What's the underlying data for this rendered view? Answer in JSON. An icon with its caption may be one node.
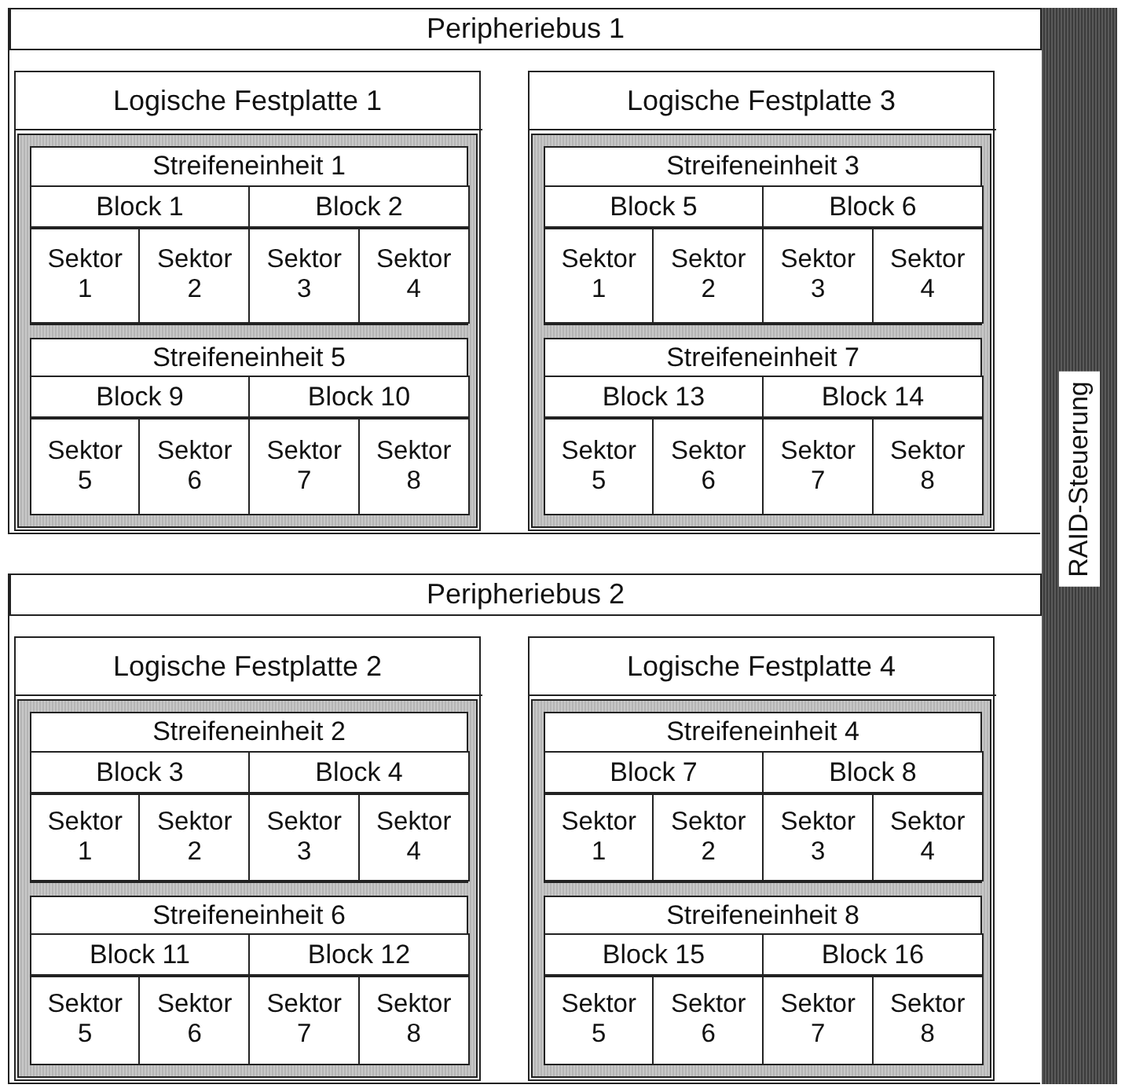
{
  "diagram": {
    "nodes": [
      {
        "text": [
          "Peripheriebus 1"
        ]
      },
      {
        "text": [
          "Logische Festplatte 1"
        ],
        "in": 0
      },
      {
        "text": [
          "Streifeneinheit 1"
        ],
        "in": 1
      },
      {
        "text": [
          "Block 1"
        ],
        "in": 2
      },
      {
        "text": [
          "Block 2"
        ],
        "in": 2
      },
      {
        "text": [
          "Sektor 1"
        ],
        "in": 2
      },
      {
        "text": [
          "Sektor 2"
        ],
        "in": 2
      },
      {
        "text": [
          "Sektor 3"
        ],
        "in": 2
      },
      {
        "text": [
          "Sektor 4"
        ],
        "in": 2
      },
      {
        "text": [
          "Streifeneinheit 5"
        ],
        "in": 1
      },
      {
        "text": [
          "Block 9"
        ],
        "in": 9
      },
      {
        "text": [
          "Block 10"
        ],
        "in": 9
      },
      {
        "text": [
          "Sektor 5"
        ],
        "in": 9
      },
      {
        "text": [
          "Sektor 6"
        ],
        "in": 9
      },
      {
        "text": [
          "Sektor 7"
        ],
        "in": 9
      },
      {
        "text": [
          "Sektor 8"
        ],
        "in": 9
      },
      {
        "text": [
          "Logische Festplatte 3"
        ],
        "in": 0
      },
      {
        "text": [
          "Streifeneinheit 3"
        ],
        "in": 16
      },
      {
        "text": [
          "Block 5"
        ],
        "in": 17
      },
      {
        "text": [
          "Block 6"
        ],
        "in": 17
      },
      {
        "text": [
          "Sektor 1"
        ],
        "in": 17
      },
      {
        "text": [
          "Sektor 2"
        ],
        "in": 17
      },
      {
        "text": [
          "Sektor 3"
        ],
        "in": 17
      },
      {
        "text": [
          "Sektor 4"
        ],
        "in": 17
      },
      {
        "text": [
          "Streifeneinheit 7"
        ],
        "in": 16
      },
      {
        "text": [
          "Block 13"
        ],
        "in": 24
      },
      {
        "text": [
          "Block 14"
        ],
        "in": 24
      },
      {
        "text": [
          "Sektor 5"
        ],
        "in": 24
      },
      {
        "text": [
          "Sektor 6"
        ],
        "in": 24
      },
      {
        "text": [
          "Sektor 7"
        ],
        "in": 24
      },
      {
        "text": [
          "Sektor 8"
        ],
        "in": 24
      },
      {
        "text": [
          "Peripheriebus 2"
        ]
      },
      {
        "text": [
          "Logische Festplatte 2"
        ],
        "in": 31
      },
      {
        "text": [
          "Streifeneinheit 2"
        ],
        "in": 32
      },
      {
        "text": [
          "Block 3"
        ],
        "in": 33
      },
      {
        "text": [
          "Block 4"
        ],
        "in": 33
      },
      {
        "text": [
          "Sektor 1"
        ],
        "in": 33
      },
      {
        "text": [
          "Sektor 2"
        ],
        "in": 33
      },
      {
        "text": [
          "Sektor 3"
        ],
        "in": 33
      },
      {
        "text": [
          "Sektor 4"
        ],
        "in": 33
      },
      {
        "text": [
          "Streifeneinheit 6"
        ],
        "in": 32
      },
      {
        "text": [
          "Block 11"
        ],
        "in": 40
      },
      {
        "text": [
          "Block 12"
        ],
        "in": 40
      },
      {
        "text": [
          "Sektor 5"
        ],
        "in": 40
      },
      {
        "text": [
          "Sektor 6"
        ],
        "in": 40
      },
      {
        "text": [
          "Sektor 7"
        ],
        "in": 40
      },
      {
        "text": [
          "Sektor 8"
        ],
        "in": 40
      },
      {
        "text": [
          "Logische Festplatte 4"
        ],
        "in": 31
      },
      {
        "text": [
          "Streifeneinheit 4"
        ],
        "in": 47
      },
      {
        "text": [
          "Block 7"
        ],
        "in": 48
      },
      {
        "text": [
          "Block 8"
        ],
        "in": 48
      },
      {
        "text": [
          "Sektor 1"
        ],
        "in": 48
      },
      {
        "text": [
          "Sektor 2"
        ],
        "in": 48
      },
      {
        "text": [
          "Sektor 3"
        ],
        "in": 48
      },
      {
        "text": [
          "Sektor 4"
        ],
        "in": 48
      },
      {
        "text": [
          "Streifeneinheit 8"
        ],
        "in": 47
      },
      {
        "text": [
          "Block 15"
        ],
        "in": 55
      },
      {
        "text": [
          "Block 16"
        ],
        "in": 55
      },
      {
        "text": [
          "Sektor 5"
        ],
        "in": 55
      },
      {
        "text": [
          "Sektor 6"
        ],
        "in": 55
      },
      {
        "text": [
          "Sektor 7"
        ],
        "in": 55
      },
      {
        "text": [
          "Sektor 8"
        ],
        "in": 55
      },
      {
        "text": [
          "RAID-Steuerung"
        ]
      }
    ]
  }
}
